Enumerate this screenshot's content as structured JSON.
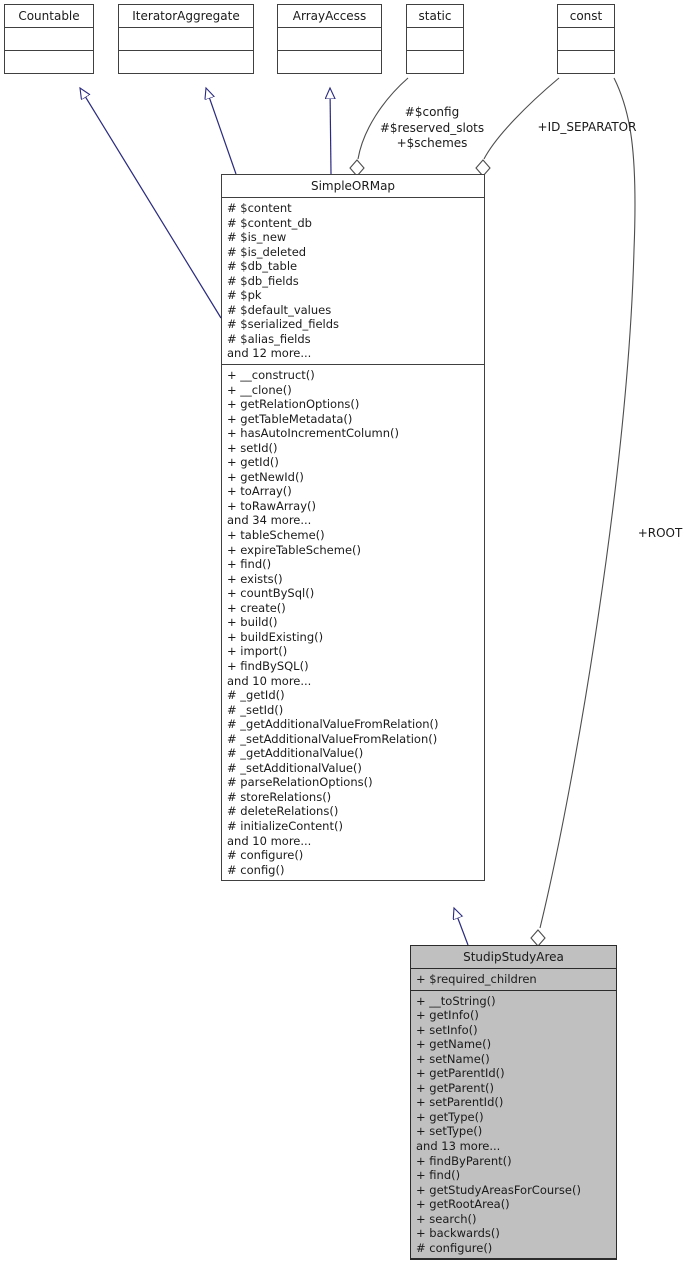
{
  "diagram": {
    "type": "uml-class-diagram",
    "background": "#ffffff",
    "inheritance_color": "#2a2a80",
    "association_color": "#4d4d4d",
    "shaded_fill": "#c0c0c0"
  },
  "classes": {
    "countable": {
      "name": "Countable",
      "attributes": [],
      "operations": []
    },
    "iteratoraggregate": {
      "name": "IteratorAggregate",
      "attributes": [],
      "operations": []
    },
    "arrayaccess": {
      "name": "ArrayAccess",
      "attributes": [],
      "operations": []
    },
    "static": {
      "name": "static",
      "attributes": [],
      "operations": []
    },
    "const": {
      "name": "const",
      "attributes": [],
      "operations": []
    },
    "simpleormap": {
      "name": "SimpleORMap",
      "attributes": [
        "# $content",
        "# $content_db",
        "# $is_new",
        "# $is_deleted",
        "# $db_table",
        "# $db_fields",
        "# $pk",
        "# $default_values",
        "# $serialized_fields",
        "# $alias_fields",
        "and 12 more..."
      ],
      "operations": [
        "+ __construct()",
        "+ __clone()",
        "+ getRelationOptions()",
        "+ getTableMetadata()",
        "+ hasAutoIncrementColumn()",
        "+ setId()",
        "+ getId()",
        "+ getNewId()",
        "+ toArray()",
        "+ toRawArray()",
        "and 34 more...",
        "+ tableScheme()",
        "+ expireTableScheme()",
        "+ find()",
        "+ exists()",
        "+ countBySql()",
        "+ create()",
        "+ build()",
        "+ buildExisting()",
        "+ import()",
        "+ findBySQL()",
        "and 10 more...",
        "# _getId()",
        "# _setId()",
        "# _getAdditionalValueFromRelation()",
        "# _setAdditionalValueFromRelation()",
        "# _getAdditionalValue()",
        "# _setAdditionalValue()",
        "# parseRelationOptions()",
        "# storeRelations()",
        "# deleteRelations()",
        "# initializeContent()",
        "and 10 more...",
        "# configure()",
        "# config()"
      ]
    },
    "studipstudyarea": {
      "name": "StudipStudyArea",
      "attributes": [
        "+ $required_children"
      ],
      "operations": [
        "+ __toString()",
        "+ getInfo()",
        "+ setInfo()",
        "+ getName()",
        "+ setName()",
        "+ getParentId()",
        "+ getParent()",
        "+ setParentId()",
        "+ getType()",
        "+ setType()",
        "and 13 more...",
        "+ findByParent()",
        "+ find()",
        "+ getStudyAreasForCourse()",
        "+ getRootArea()",
        "+ search()",
        "+ backwards()",
        "# configure()"
      ]
    }
  },
  "edge_labels": {
    "static_to_simpleormap": "#$config\n#$reserved_slots\n+$schemes",
    "const_to_simpleormap": "+ID_SEPARATOR",
    "const_to_studipstudyarea": "+ROOT"
  },
  "relationships": [
    {
      "from": "studipstudyarea",
      "to": "simpleormap",
      "kind": "generalization"
    },
    {
      "from": "simpleormap",
      "to": "countable",
      "kind": "realization"
    },
    {
      "from": "simpleormap",
      "to": "iteratoraggregate",
      "kind": "realization"
    },
    {
      "from": "simpleormap",
      "to": "arrayaccess",
      "kind": "realization"
    },
    {
      "from": "static",
      "to": "simpleormap",
      "kind": "aggregation"
    },
    {
      "from": "const",
      "to": "simpleormap",
      "kind": "aggregation"
    },
    {
      "from": "const",
      "to": "studipstudyarea",
      "kind": "aggregation"
    }
  ]
}
